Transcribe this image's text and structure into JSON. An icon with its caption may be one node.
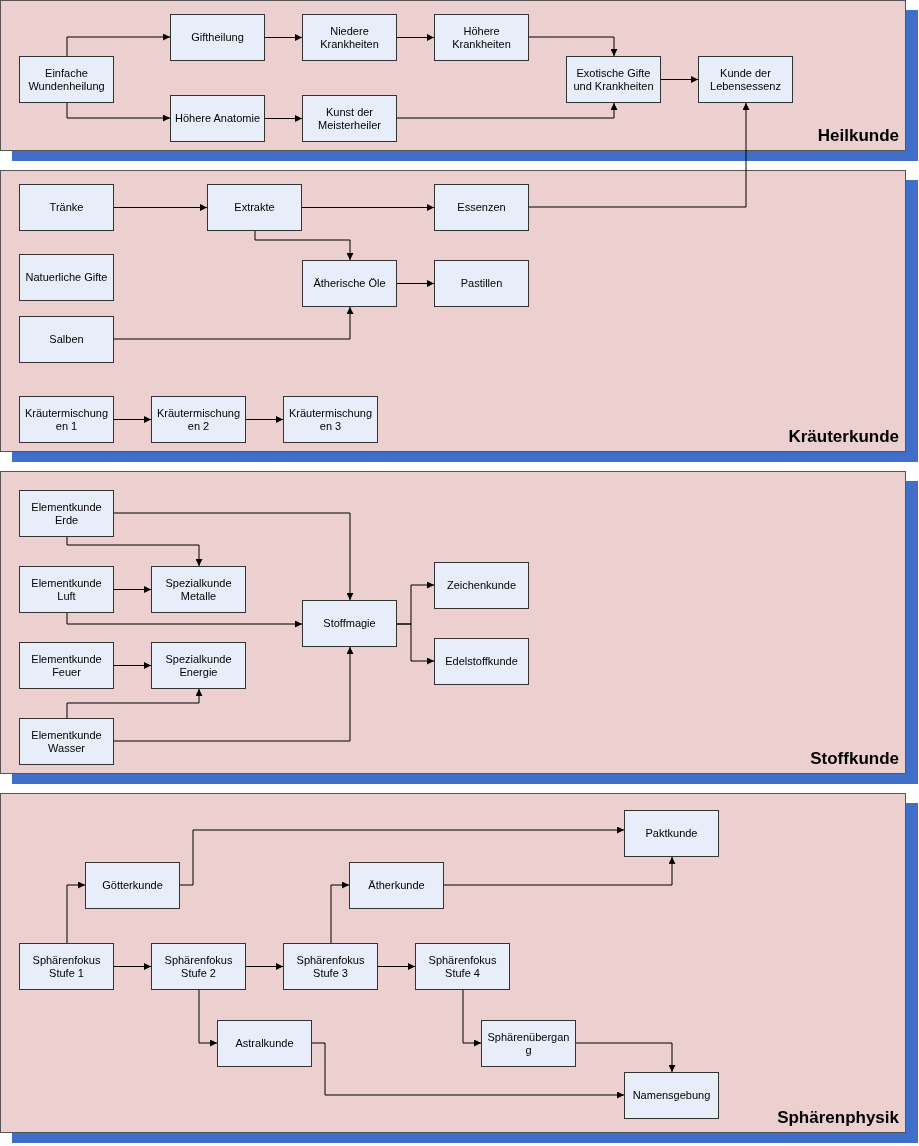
{
  "diagram": {
    "nodes": [
      {
        "text": [
          "Heilkunde"
        ]
      },
      {
        "text": [
          "Einfache Wundenheilung"
        ],
        "in": 0
      },
      {
        "text": [
          "Giftheilung"
        ],
        "in": 0
      },
      {
        "text": [
          "Niedere Krankheiten"
        ],
        "in": 0
      },
      {
        "text": [
          "Höhere Krankheiten"
        ],
        "in": 0
      },
      {
        "text": [
          "Höhere Anatomie"
        ],
        "in": 0
      },
      {
        "text": [
          "Kunst der Meisterheiler"
        ],
        "in": 0
      },
      {
        "text": [
          "Exotische Gifte und Krankheiten"
        ],
        "in": 0
      },
      {
        "text": [
          "Kunde der Lebensessenz"
        ],
        "in": 0
      },
      {
        "text": [
          "Kräuterkunde"
        ]
      },
      {
        "text": [
          "Tränke"
        ],
        "in": 9
      },
      {
        "text": [
          "Extrakte"
        ],
        "in": 9
      },
      {
        "text": [
          "Essenzen"
        ],
        "in": 9
      },
      {
        "text": [
          "Natuerliche Gifte"
        ],
        "in": 9
      },
      {
        "text": [
          "Ätherische Öle"
        ],
        "in": 9
      },
      {
        "text": [
          "Pastillen"
        ],
        "in": 9
      },
      {
        "text": [
          "Salben"
        ],
        "in": 9
      },
      {
        "text": [
          "Kräutermischungen 1"
        ],
        "in": 9
      },
      {
        "text": [
          "Kräutermischungen 2"
        ],
        "in": 9
      },
      {
        "text": [
          "Kräutermischungen 3"
        ],
        "in": 9
      },
      {
        "text": [
          "Stoffkunde"
        ]
      },
      {
        "text": [
          "Elementkunde Erde"
        ],
        "in": 20
      },
      {
        "text": [
          "Elementkunde Luft"
        ],
        "in": 20
      },
      {
        "text": [
          "Elementkunde Feuer"
        ],
        "in": 20
      },
      {
        "text": [
          "Elementkunde Wasser"
        ],
        "in": 20
      },
      {
        "text": [
          "Spezialkunde Metalle"
        ],
        "in": 20
      },
      {
        "text": [
          "Spezialkunde Energie"
        ],
        "in": 20
      },
      {
        "text": [
          "Stoffmagie"
        ],
        "in": 20
      },
      {
        "text": [
          "Zeichenkunde"
        ],
        "in": 20
      },
      {
        "text": [
          "Edelstoffkunde"
        ],
        "in": 20
      },
      {
        "text": [
          "Sphärenphysik"
        ]
      },
      {
        "text": [
          "Paktkunde"
        ],
        "in": 30
      },
      {
        "text": [
          "Götterkunde"
        ],
        "in": 30
      },
      {
        "text": [
          "Ätherkunde"
        ],
        "in": 30
      },
      {
        "text": [
          "Sphärenfokus Stufe 1"
        ],
        "in": 30
      },
      {
        "text": [
          "Sphärenfokus Stufe 2"
        ],
        "in": 30
      },
      {
        "text": [
          "Sphärenfokus Stufe 3"
        ],
        "in": 30
      },
      {
        "text": [
          "Sphärenfokus Stufe 4"
        ],
        "in": 30
      },
      {
        "text": [
          "Sphärenübergang"
        ],
        "in": 30
      },
      {
        "text": [
          "Astralkunde"
        ],
        "in": 30
      },
      {
        "text": [
          "Namensgebung"
        ],
        "in": 30
      }
    ],
    "edges": [
      {
        "from": 1,
        "to": 2,
        "arrow": "to"
      },
      {
        "from": 1,
        "to": 5,
        "arrow": "to"
      },
      {
        "from": 2,
        "to": 3,
        "arrow": "to"
      },
      {
        "from": 3,
        "to": 4,
        "arrow": "to"
      },
      {
        "from": 4,
        "to": 7,
        "arrow": "to"
      },
      {
        "from": 5,
        "to": 6,
        "arrow": "to"
      },
      {
        "from": 6,
        "to": 7,
        "arrow": "to"
      },
      {
        "from": 7,
        "to": 8,
        "arrow": "to"
      },
      {
        "from": 10,
        "to": 11,
        "arrow": "to"
      },
      {
        "from": 11,
        "to": 12,
        "arrow": "to"
      },
      {
        "from": 12,
        "to": 8,
        "arrow": "to"
      },
      {
        "from": 11,
        "to": 14,
        "arrow": "to"
      },
      {
        "from": 16,
        "to": 14,
        "arrow": "to"
      },
      {
        "from": 14,
        "to": 15,
        "arrow": "to"
      },
      {
        "from": 17,
        "to": 18,
        "arrow": "to"
      },
      {
        "from": 18,
        "to": 19,
        "arrow": "to"
      },
      {
        "from": 21,
        "to": 27,
        "arrow": "to"
      },
      {
        "from": 21,
        "to": 25,
        "arrow": "to"
      },
      {
        "from": 22,
        "to": 25,
        "arrow": "to"
      },
      {
        "from": 22,
        "to": 27,
        "arrow": "to"
      },
      {
        "from": 23,
        "to": 26,
        "arrow": "to"
      },
      {
        "from": 24,
        "to": 26,
        "arrow": "to"
      },
      {
        "from": 24,
        "to": 27,
        "arrow": "to"
      },
      {
        "from": 27,
        "to": 28,
        "arrow": "to"
      },
      {
        "from": 27,
        "to": 29,
        "arrow": "to"
      },
      {
        "from": 34,
        "to": 32,
        "arrow": "to"
      },
      {
        "from": 32,
        "to": 31,
        "arrow": "to"
      },
      {
        "from": 34,
        "to": 35,
        "arrow": "to"
      },
      {
        "from": 35,
        "to": 36,
        "arrow": "to"
      },
      {
        "from": 36,
        "to": 37,
        "arrow": "to"
      },
      {
        "from": 36,
        "to": 33,
        "arrow": "to"
      },
      {
        "from": 33,
        "to": 31,
        "arrow": "to"
      },
      {
        "from": 35,
        "to": 39,
        "arrow": "to"
      },
      {
        "from": 37,
        "to": 38,
        "arrow": "to"
      },
      {
        "from": 39,
        "to": 40,
        "arrow": "to"
      },
      {
        "from": 38,
        "to": 40,
        "arrow": "to"
      }
    ]
  }
}
